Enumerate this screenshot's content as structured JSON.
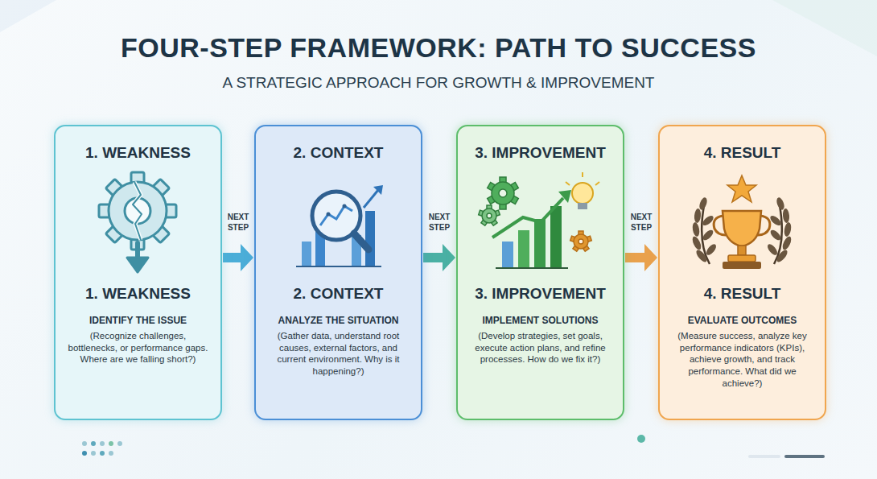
{
  "diagram": {
    "title": "FOUR-STEP FRAMEWORK: PATH TO SUCCESS",
    "caption": "A STRATEGIC APPROACH FOR GROWTH & IMPROVEMENT",
    "nodes": [
      {
        "text": [
          "1. WEAKNESS",
          "1. WEAKNESS",
          "IDENTIFY THE ISSUE",
          "(Recognize challenges, bottlenecks, or performance gaps. Where are we falling short?)"
        ]
      },
      {
        "text": [
          "2. CONTEXT",
          "2. CONTEXT",
          "ANALYZE THE SITUATION",
          "(Gather data, understand root causes, external factors, and current environment. Why is it happening?)"
        ]
      },
      {
        "text": [
          "3. IMPROVEMENT",
          "3. IMPROVEMENT",
          "IMPLEMENT SOLUTIONS",
          "(Develop strategies, set goals, execute action plans, and refine processes. How do we fix it?)"
        ]
      },
      {
        "text": [
          "4. RESULT",
          "4. RESULT",
          "EVALUATE OUTCOMES",
          "(Measure success, analyze key performance indicators (KPIs), achieve growth, and track performance. What did we achieve?)"
        ]
      }
    ],
    "edges": [
      {
        "from": 0,
        "to": 1,
        "arrow": "to",
        "label": "NEXT STEP"
      },
      {
        "from": 1,
        "to": 2,
        "arrow": "to",
        "label": "NEXT STEP"
      },
      {
        "from": 2,
        "to": 3,
        "arrow": "to",
        "label": "NEXT STEP"
      }
    ]
  }
}
